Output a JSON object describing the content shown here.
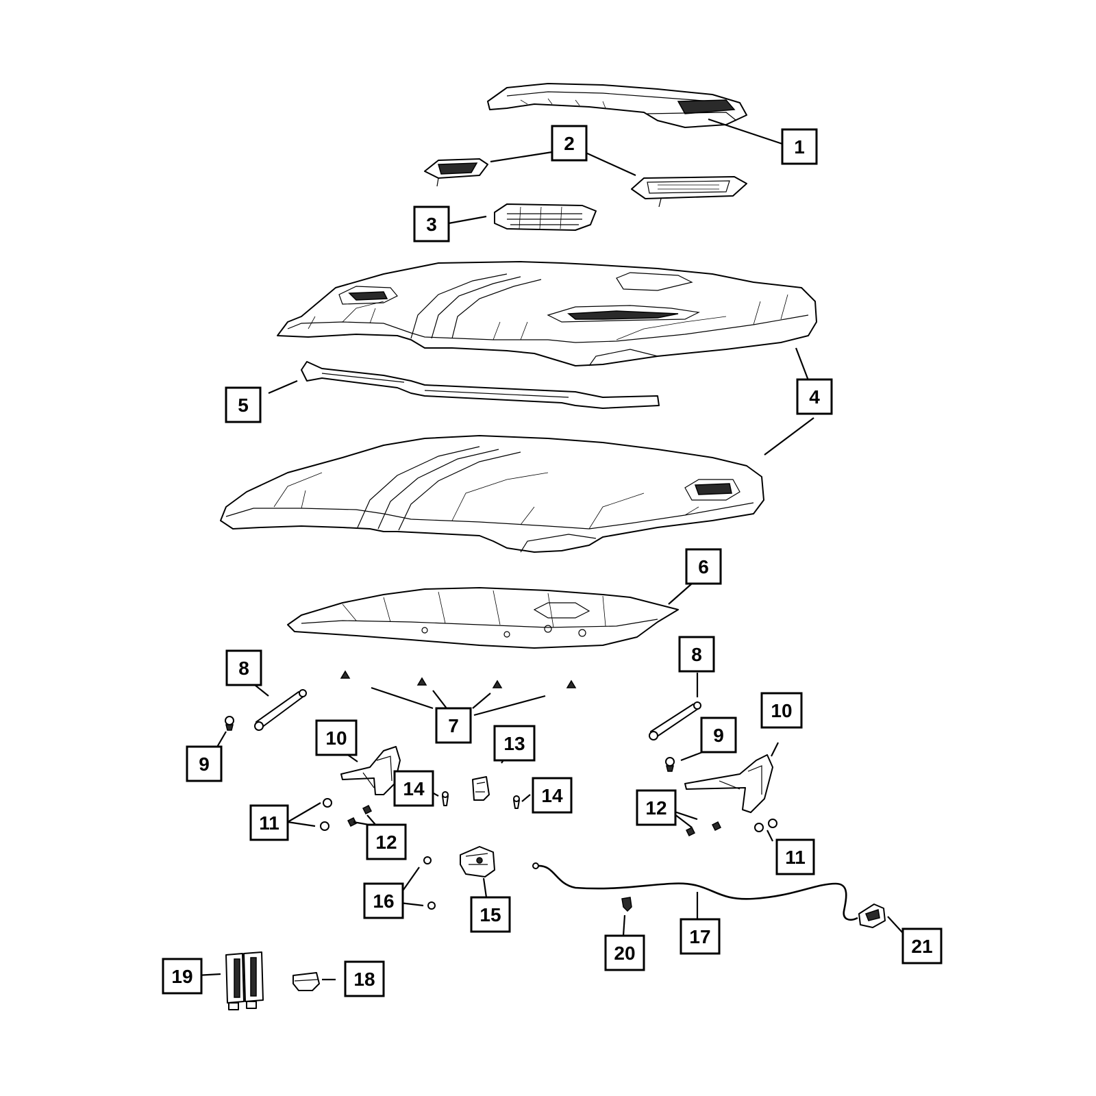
{
  "callouts": [
    {
      "id": "c1",
      "label": "1"
    },
    {
      "id": "c2",
      "label": "2"
    },
    {
      "id": "c3",
      "label": "3"
    },
    {
      "id": "c4",
      "label": "4"
    },
    {
      "id": "c5",
      "label": "5"
    },
    {
      "id": "c6",
      "label": "6"
    },
    {
      "id": "c7",
      "label": "7"
    },
    {
      "id": "c8a",
      "label": "8"
    },
    {
      "id": "c8b",
      "label": "8"
    },
    {
      "id": "c9a",
      "label": "9"
    },
    {
      "id": "c9b",
      "label": "9"
    },
    {
      "id": "c10a",
      "label": "10"
    },
    {
      "id": "c10b",
      "label": "10"
    },
    {
      "id": "c11a",
      "label": "11"
    },
    {
      "id": "c11b",
      "label": "11"
    },
    {
      "id": "c12a",
      "label": "12"
    },
    {
      "id": "c12b",
      "label": "12"
    },
    {
      "id": "c13",
      "label": "13"
    },
    {
      "id": "c14a",
      "label": "14"
    },
    {
      "id": "c14b",
      "label": "14"
    },
    {
      "id": "c15",
      "label": "15"
    },
    {
      "id": "c16",
      "label": "16"
    },
    {
      "id": "c17",
      "label": "17"
    },
    {
      "id": "c18",
      "label": "18"
    },
    {
      "id": "c19",
      "label": "19"
    },
    {
      "id": "c20",
      "label": "20"
    },
    {
      "id": "c21",
      "label": "21"
    }
  ]
}
